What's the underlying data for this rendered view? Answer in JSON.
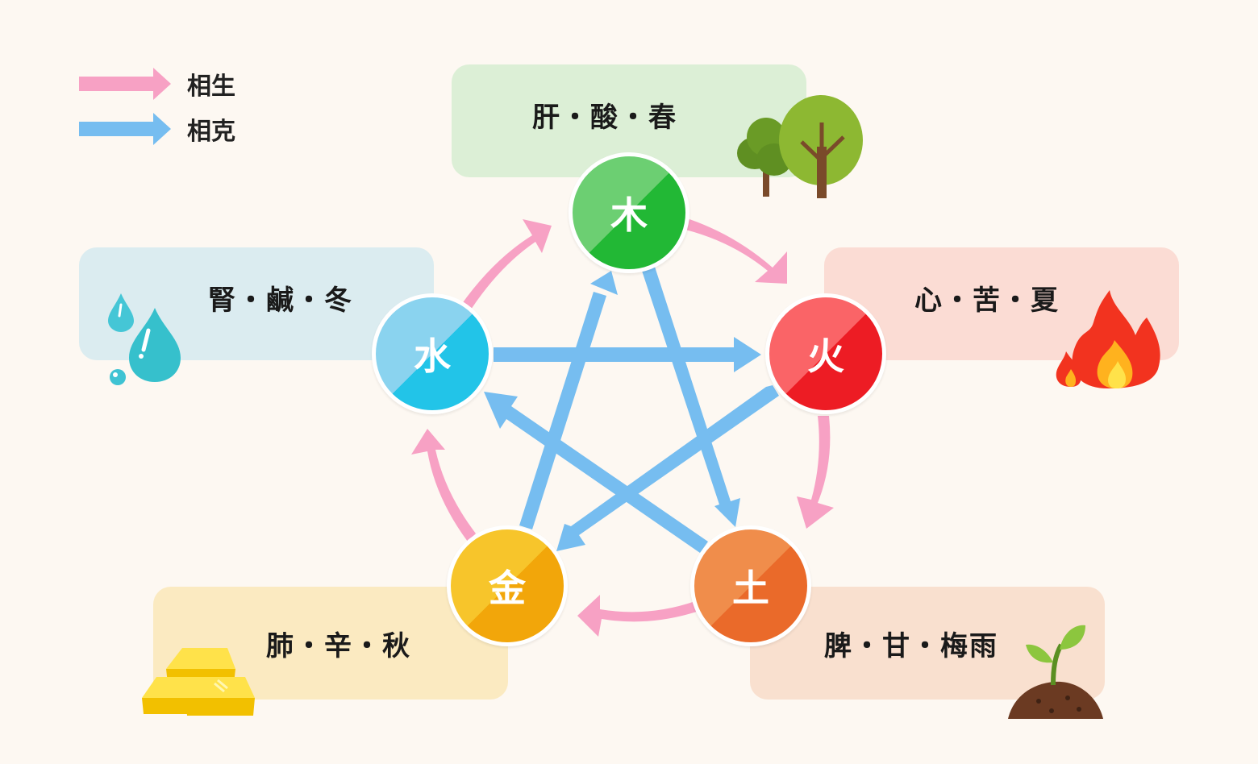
{
  "legend": {
    "generating": {
      "label": "相生",
      "color": "#f7a1c4"
    },
    "overcoming": {
      "label": "相克",
      "color": "#76bdf0"
    }
  },
  "elements": {
    "wood": {
      "label": "木",
      "info": "肝・酸・春",
      "color_a": "#6ccf72",
      "color_b": "#22b835",
      "box_color": "#dcefd6",
      "icon": "trees-icon"
    },
    "fire": {
      "label": "火",
      "info": "心・苦・夏",
      "color_a": "#fa6467",
      "color_b": "#ed1c24",
      "box_color": "#fbdcd4",
      "icon": "fire-icon"
    },
    "earth": {
      "label": "土",
      "info": "脾・甘・梅雨",
      "color_a": "#f08d4b",
      "color_b": "#ea6a2a",
      "box_color": "#f9e0cf",
      "icon": "sprout-icon"
    },
    "metal": {
      "label": "金",
      "info": "肺・辛・秋",
      "color_a": "#f7c52b",
      "color_b": "#f2a60a",
      "box_color": "#fbeac1",
      "icon": "gold-bars-icon"
    },
    "water": {
      "label": "水",
      "info": "腎・鹹・冬",
      "color_a": "#8ad3ef",
      "color_b": "#22c4e8",
      "box_color": "#dbecf0",
      "icon": "water-drops-icon"
    }
  }
}
